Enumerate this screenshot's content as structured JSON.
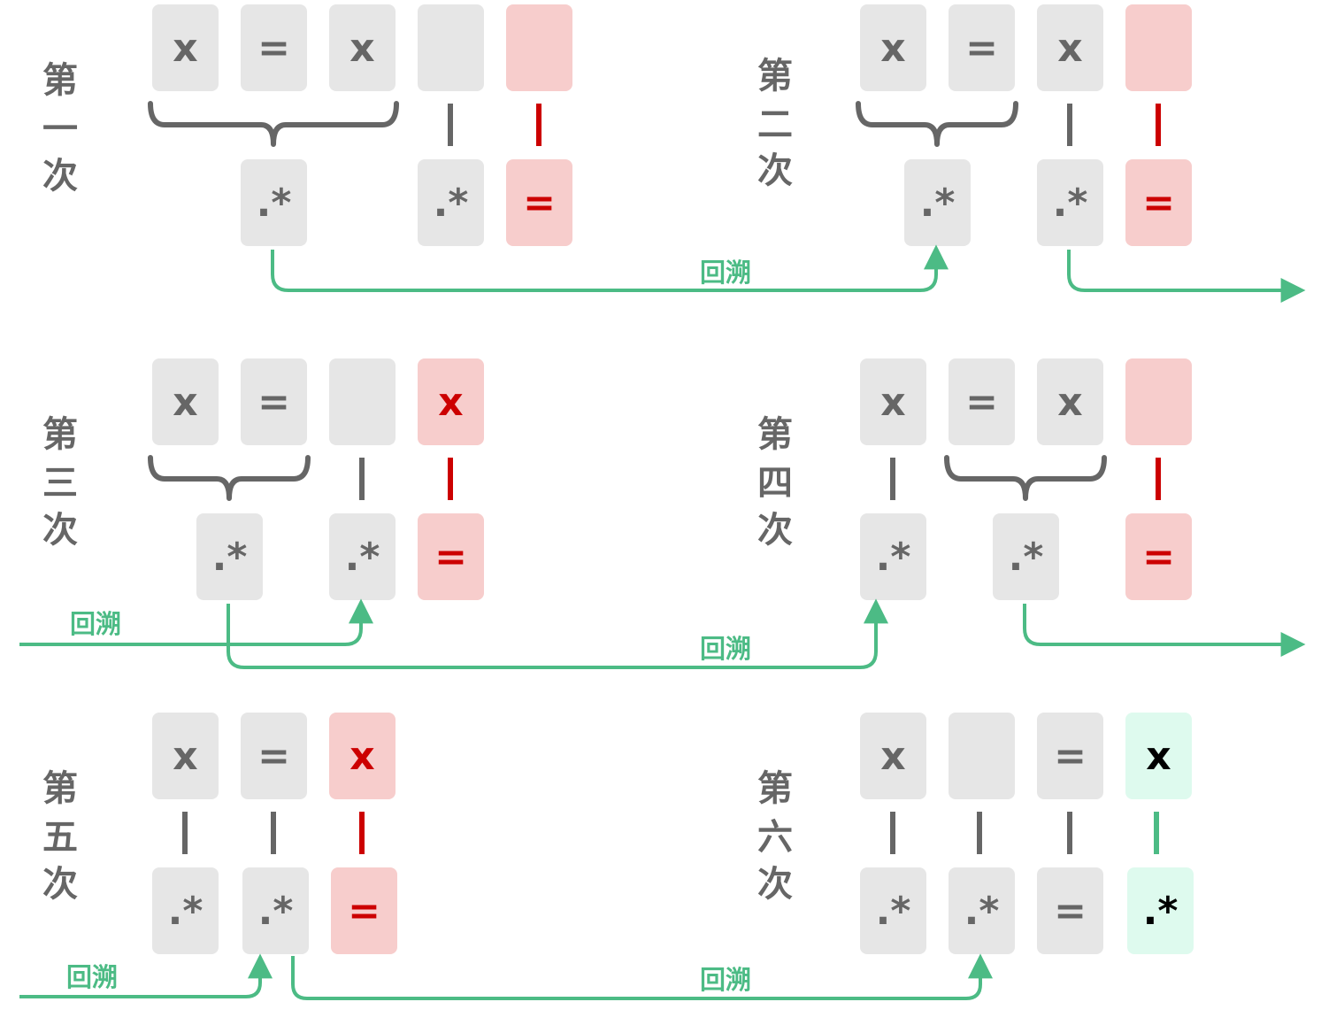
{
  "colors": {
    "cell_gray": "#e6e6e6",
    "cell_red": "#f7cdcc",
    "cell_green": "#defaee",
    "text_gray": "#666666",
    "text_red": "#cc0000",
    "text_black": "#000000",
    "link_gray": "#666666",
    "link_red": "#cc0000",
    "link_green": "#4cbb85",
    "arrow_green": "#4cbb85"
  },
  "arrow_label": "回溯",
  "panels": [
    {
      "id": "1",
      "label": [
        "第",
        "一",
        "次"
      ],
      "top_cells": [
        {
          "text": "x",
          "tone": "gray"
        },
        {
          "text": "=",
          "tone": "gray"
        },
        {
          "text": "x",
          "tone": "gray"
        },
        {
          "text": "",
          "tone": "gray"
        },
        {
          "text": "",
          "tone": "red"
        }
      ],
      "bottom_cells": [
        {
          "text": ".*",
          "tone": "gray"
        },
        {
          "text": ".*",
          "tone": "gray"
        },
        {
          "text": "=",
          "tone": "red"
        }
      ]
    },
    {
      "id": "2",
      "label": [
        "第",
        "二",
        "次"
      ],
      "top_cells": [
        {
          "text": "x",
          "tone": "gray"
        },
        {
          "text": "=",
          "tone": "gray"
        },
        {
          "text": "x",
          "tone": "gray"
        },
        {
          "text": "",
          "tone": "red"
        }
      ],
      "bottom_cells": [
        {
          "text": ".*",
          "tone": "gray"
        },
        {
          "text": ".*",
          "tone": "gray"
        },
        {
          "text": "=",
          "tone": "red"
        }
      ]
    },
    {
      "id": "3",
      "label": [
        "第",
        "三",
        "次"
      ],
      "top_cells": [
        {
          "text": "x",
          "tone": "gray"
        },
        {
          "text": "=",
          "tone": "gray"
        },
        {
          "text": "",
          "tone": "gray"
        },
        {
          "text": "x",
          "tone": "red"
        }
      ],
      "bottom_cells": [
        {
          "text": ".*",
          "tone": "gray"
        },
        {
          "text": ".*",
          "tone": "gray"
        },
        {
          "text": "=",
          "tone": "red"
        }
      ]
    },
    {
      "id": "4",
      "label": [
        "第",
        "四",
        "次"
      ],
      "top_cells": [
        {
          "text": "x",
          "tone": "gray"
        },
        {
          "text": "=",
          "tone": "gray"
        },
        {
          "text": "x",
          "tone": "gray"
        },
        {
          "text": "",
          "tone": "red"
        }
      ],
      "bottom_cells": [
        {
          "text": ".*",
          "tone": "gray"
        },
        {
          "text": ".*",
          "tone": "gray"
        },
        {
          "text": "=",
          "tone": "red"
        }
      ]
    },
    {
      "id": "5",
      "label": [
        "第",
        "五",
        "次"
      ],
      "top_cells": [
        {
          "text": "x",
          "tone": "gray"
        },
        {
          "text": "=",
          "tone": "gray"
        },
        {
          "text": "x",
          "tone": "red"
        }
      ],
      "bottom_cells": [
        {
          "text": ".*",
          "tone": "gray"
        },
        {
          "text": ".*",
          "tone": "gray"
        },
        {
          "text": "=",
          "tone": "red"
        }
      ]
    },
    {
      "id": "6",
      "label": [
        "第",
        "六",
        "次"
      ],
      "top_cells": [
        {
          "text": "x",
          "tone": "gray"
        },
        {
          "text": "",
          "tone": "gray"
        },
        {
          "text": "=",
          "tone": "gray"
        },
        {
          "text": "x",
          "tone": "green"
        }
      ],
      "bottom_cells": [
        {
          "text": ".*",
          "tone": "gray"
        },
        {
          "text": ".*",
          "tone": "gray"
        },
        {
          "text": "=",
          "tone": "gray"
        },
        {
          "text": ".*",
          "tone": "green"
        }
      ]
    }
  ]
}
